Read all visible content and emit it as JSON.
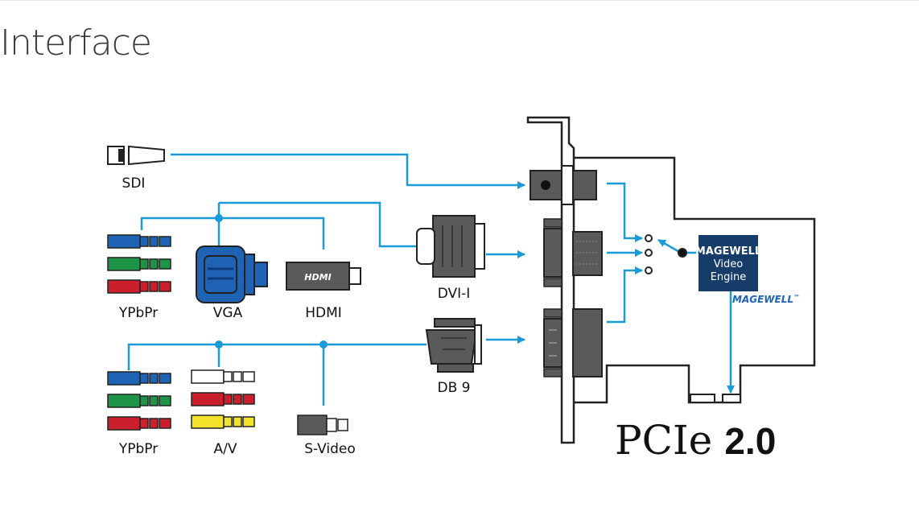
{
  "page": {
    "title": "Interface"
  },
  "labels": {
    "sdi": "SDI",
    "ypbpr_top": "YPbPr",
    "vga": "VGA",
    "hdmi": "HDMI",
    "dvi": "DVI-I",
    "db9": "DB 9",
    "ypbpr_bottom": "YPbPr",
    "av": "A/V",
    "svideo": "S-Video",
    "hdmi_logo": "HDMI"
  },
  "chip": {
    "line1": "MAGEWELL",
    "line2": "Video",
    "line3": "Engine"
  },
  "brand": {
    "logo": "MAGEWELL",
    "tm": "™"
  },
  "bus": {
    "name": "PCIe",
    "version": "2.0"
  },
  "colors": {
    "line": "#1a9bd7",
    "chip": "#163d6a",
    "connector": "#555555",
    "blue": "#1f63b5",
    "green": "#1f9448",
    "red": "#cc1f2e",
    "yellow": "#f2e22a"
  }
}
